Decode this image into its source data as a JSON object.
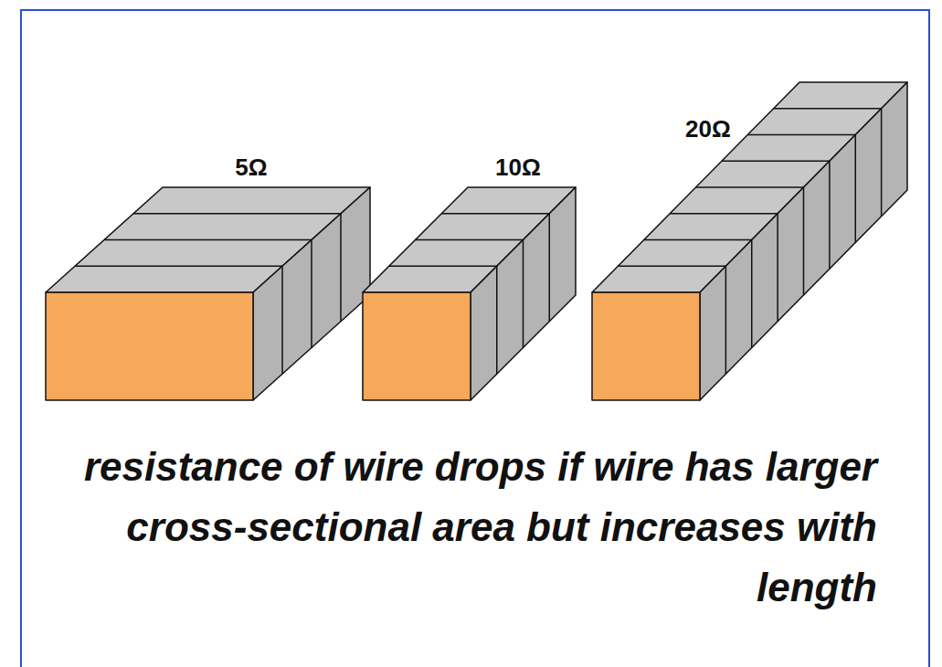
{
  "diagram": {
    "caption": "resistance of wire drops if wire has larger cross-sectional area but increases with length",
    "labels": [
      "5Ω",
      "10Ω",
      "20Ω"
    ]
  }
}
